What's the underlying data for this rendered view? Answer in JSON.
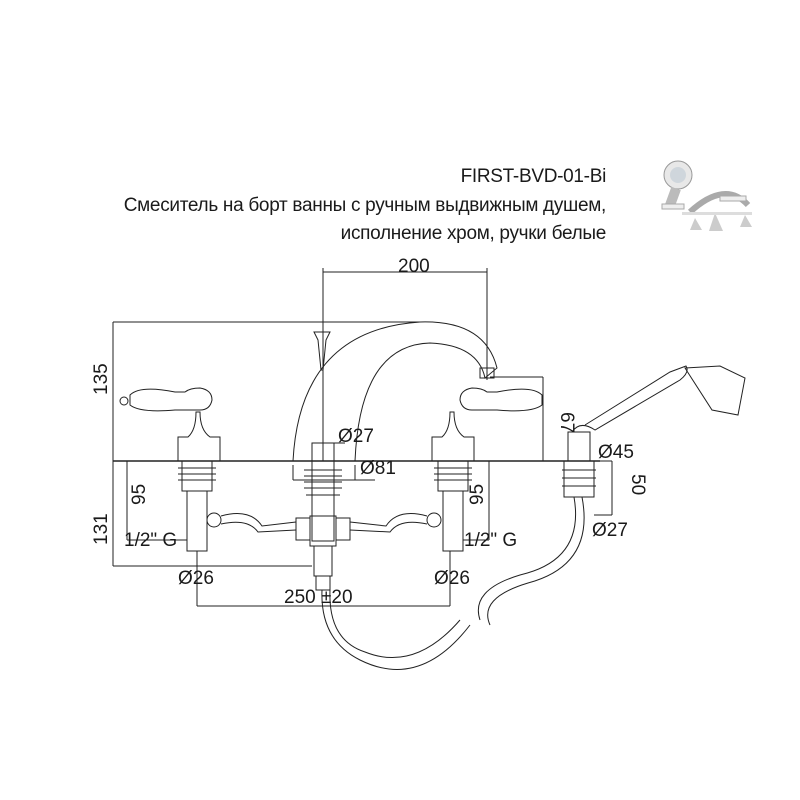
{
  "header": {
    "model": "FIRST-BVD-01-Bi",
    "description_line1": "Смеситель на борт ванны с ручным выдвижным душем,",
    "description_line2": "исполнение хром, ручки белые"
  },
  "dimensions": {
    "spout_reach": "200",
    "height_above_deck": "135",
    "height_below_deck": "131",
    "spout_outlet_height": "67",
    "spout_diameter": "Ø27",
    "spout_base_diameter": "Ø81",
    "valve_length_left": "95",
    "valve_length_right": "95",
    "thread_left": "1/2\" G",
    "thread_right": "1/2\" G",
    "valve_diameter_left": "Ø26",
    "valve_diameter_right": "Ø26",
    "center_distance": "250 ±20",
    "shower_holder_diameter": "Ø45",
    "shower_holder_length": "50",
    "shower_holder_shank": "Ø27"
  }
}
